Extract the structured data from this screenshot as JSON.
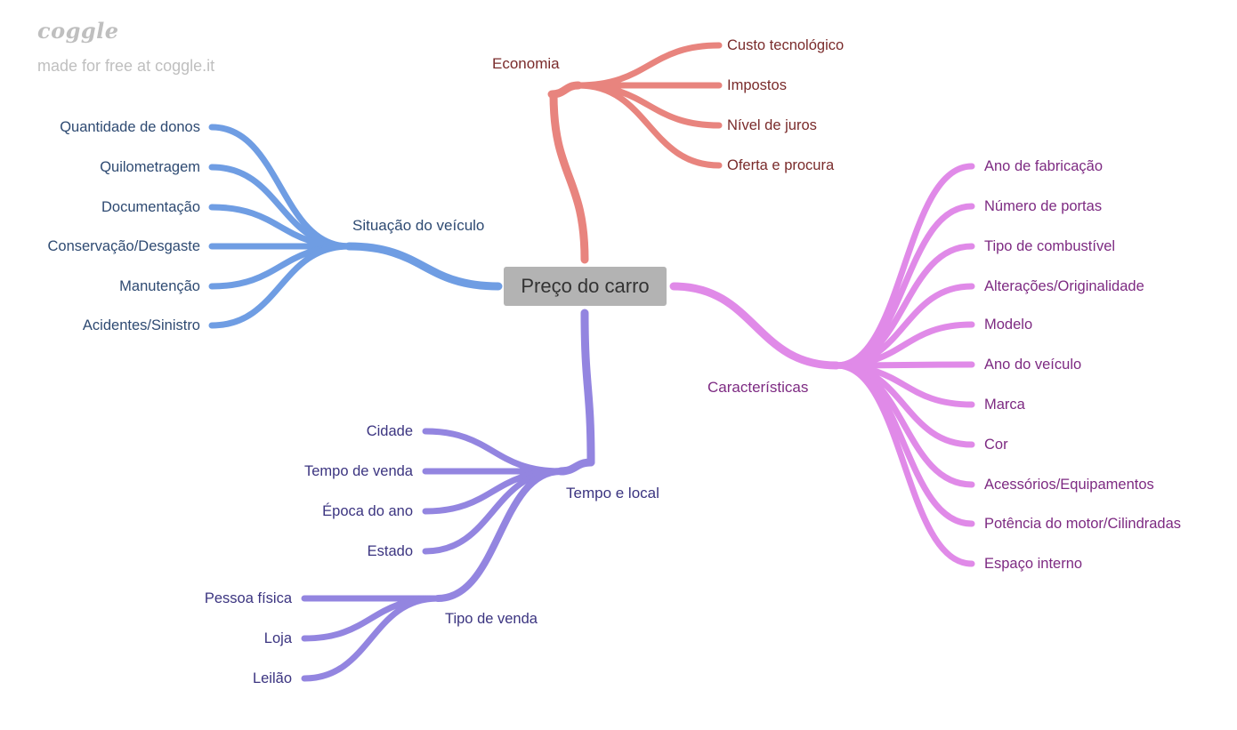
{
  "branding": {
    "logo_text": "coggle",
    "made_text": "made for free at coggle.it"
  },
  "root": {
    "label": "Preço do carro"
  },
  "branches": {
    "economia": {
      "label": "Economia",
      "color": "#e8847e",
      "text_color": "#7a2b2b",
      "items": [
        "Custo tecnológico",
        "Impostos",
        "Nível de juros",
        "Oferta e procura"
      ]
    },
    "situacao": {
      "label": "Situação do veículo",
      "color": "#6f9de3",
      "text_color": "#2e4a72",
      "items": [
        "Quantidade de donos",
        "Quilometragem",
        "Documentação",
        "Conservação/Desgaste",
        "Manutenção",
        "Acidentes/Sinistro"
      ]
    },
    "caracteristicas": {
      "label": "Características",
      "color": "#e08ae8",
      "text_color": "#7d2a82",
      "items": [
        "Ano de fabricação",
        "Número de portas",
        "Tipo de combustível",
        "Alterações/Originalidade",
        "Modelo",
        "Ano do veículo",
        "Marca",
        "Cor",
        "Acessórios/Equipamentos",
        "Potência do motor/Cilindradas",
        "Espaço interno"
      ]
    },
    "tempo": {
      "label": "Tempo e local",
      "color": "#9385e0",
      "text_color": "#3b3480",
      "items": [
        "Cidade",
        "Tempo de venda",
        "Época do ano",
        "Estado"
      ],
      "tipo_venda": {
        "label": "Tipo de venda",
        "items": [
          "Pessoa física",
          "Loja",
          "Leilão"
        ]
      }
    }
  }
}
